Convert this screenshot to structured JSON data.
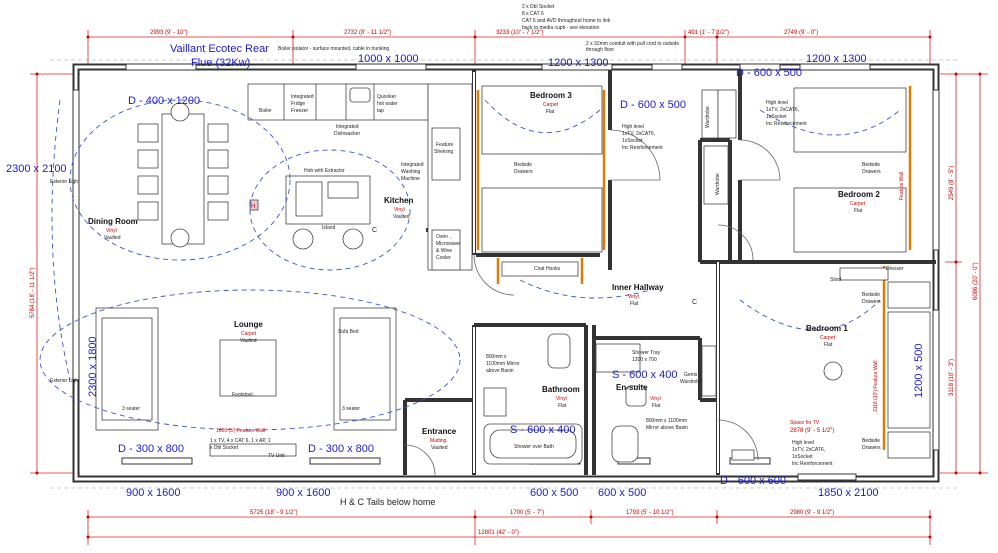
{
  "rooms": {
    "dining": {
      "name": "Dining Room",
      "floor": "Vinyl",
      "ceiling": "Vaulted"
    },
    "lounge": {
      "name": "Lounge",
      "floor": "Carpet",
      "ceiling": "Vaulted"
    },
    "kitchen": {
      "name": "Kitchen",
      "floor": "Vinyl",
      "ceiling": "Vaulted"
    },
    "bedroom3": {
      "name": "Bedroom 3",
      "floor": "Carpet",
      "ceiling": "Flat"
    },
    "bedroom2": {
      "name": "Bedroom 2",
      "floor": "Carpet",
      "ceiling": "Flat"
    },
    "bedroom1": {
      "name": "Bedroom 1",
      "floor": "Carpet",
      "ceiling": "Flat"
    },
    "hallway": {
      "name": "Inner Hallway",
      "floor": "Vinyl",
      "ceiling": "Flat"
    },
    "bathroom": {
      "name": "Bathroom",
      "floor": "Vinyl",
      "ceiling": "Flat"
    },
    "ensuite": {
      "name": "En-suite",
      "floor": "Vinyl",
      "ceiling": "Flat"
    },
    "entrance": {
      "name": "Entrance",
      "floor": "Matting",
      "ceiling": "Vaulted"
    }
  },
  "annotations": {
    "vaillant_1": "Vaillant Ecotec Rear",
    "vaillant_2": "Flue (32Kw)",
    "boiler_isolator": "Boiler isolator - surface mounted, cable in trunking",
    "boiler": "Boiler",
    "fridge_1": "Integrated",
    "fridge_2": "Fridge",
    "fridge_3": "Freezer",
    "quooker_1": "Quooker",
    "quooker_2": "hot water",
    "quooker_3": "tap",
    "dishwasher_1": "Integrated",
    "dishwasher_2": "Dishwasher",
    "feature_shelving_1": "Feature",
    "feature_shelving_2": "Shelving",
    "hob": "Hob with Extractor",
    "island": "Island",
    "washing_1": "Integrated",
    "washing_2": "Washing",
    "washing_3": "Machine",
    "oven_1": "Oven ,",
    "oven_2": "Microwave",
    "oven_3": "& Wine",
    "oven_4": "Cooler",
    "exterior_light": "Exterior Light",
    "exterior_light_2": "Exterior Light",
    "sofa_bed": "Sofa Bed",
    "three_seater": "3 seater",
    "three_seater_2": "3 seater",
    "footstool": "Footstool",
    "feature_wall": "1600 (5') Feature Wall",
    "tv_note_1": "1 x TV, 4 x CAT 6, 1 x AP, 1",
    "tv_note_2": "x Dbl Socket",
    "tv_unit": "TV Unit",
    "hc_tails": "H & C Tails below home",
    "top_note_1": "2 x Dbl Socket",
    "top_note_2": "8 x CAT 6",
    "top_note_3": "CAT 6 and AVD throughout home to link",
    "top_note_4": "back to media cupb - see elevation",
    "conduit_1": "2 x 32mm conduit with pull cord to outside",
    "conduit_2": "through floor",
    "b3_high_1": "High level",
    "b3_high_2": "1xTV, 2xCAT6,",
    "b3_high_3": "1xSocket",
    "b3_high_4": "Inc Reinforcement",
    "b2_high_1": "High level",
    "b2_high_2": "1xTV, 2xCAT6,",
    "b2_high_3": "1xSocket",
    "b2_high_4": "Inc Reinforcement",
    "b1_high_1": "High level",
    "b1_high_2": "1xTV, 2xCAT6,",
    "b1_high_3": "1xSocket",
    "b1_high_4": "Inc Reinforcement",
    "bedside_1": "Bedside",
    "bedside_2": "Drawers",
    "coat_hooks": "Coat Hooks",
    "wardrobe": "Wardrobe",
    "dresser": "Dresser",
    "stool": "Stool",
    "mirror_1": "800mm x",
    "mirror_2": "1100mm Mirror",
    "mirror_3": "above Basin",
    "shower_tray_1": "Shower Tray",
    "shower_tray_2": "1200 x 700",
    "shower_over_bath": "Shower over Bath",
    "ensuite_mirror_1": "800mm x 1100mm",
    "ensuite_mirror_2": "Mirror above Basin",
    "gents_1": "Gents",
    "gents_2": "Wardrobe",
    "space_tv": "Space for TV",
    "b1_feature": "3118 (10') Feature Wall",
    "b2_feature": "Feature Wall",
    "c_mark": "C",
    "h_mark": "H"
  },
  "blue_labels": {
    "w_1000": "1000 x  1000",
    "w_1200_1300_a": "1200 x  1300",
    "w_1200_1300_b": "1200 x  1300",
    "d_600_500_a": "D - 600 x 500",
    "d_600_500_b": "D - 600 x 500",
    "d_400_1200": "D - 400 x 1200",
    "w_2300_2100": "2300 x  2100",
    "w_2300_1800": "2300 x  1800",
    "w_1200_500": "1200 x  500",
    "s_600_400_a": "S - 600 x 400",
    "s_600_400_b": "S - 600 x 400",
    "d_300_800_a": "D - 300 x 800",
    "d_300_800_b": "D - 300 x 800",
    "d_600_600": "D - 600 x 600",
    "w_900_1600_a": "900 x  1600",
    "w_900_1600_b": "900 x  1600",
    "w_600_500_a": "600 x  500",
    "w_600_500_b": "600 x  500",
    "w_1850_2100": "1850 x  2100"
  },
  "dimensions": {
    "top_1": "2993 (9' - 10\")",
    "top_2": "2732 (8' - 11 1/2\")",
    "top_3": "3233 (10' - 7 1/2\")",
    "top_4": "491 (1' - 7 1/2\")",
    "top_5": "2749 (9' - 0\")",
    "bottom_1": "5725 (18' - 9 1/2\")",
    "bottom_2": "1700 (5' - 7\")",
    "bottom_3": "1793 (5' - 10 1/2\")",
    "bottom_4": "2980 (9' - 9 1/2\")",
    "bottom_total": "12801 (42' - 0\")",
    "left": "5784 (18' - 11 1/2\")",
    "right_1": "2549 (8' - 5\")",
    "right_2": "3118 (10' - 3\")",
    "right_total": "6086 (20' - 0\")",
    "b1_tv": "2878 (9' - 5 1/2\")"
  }
}
